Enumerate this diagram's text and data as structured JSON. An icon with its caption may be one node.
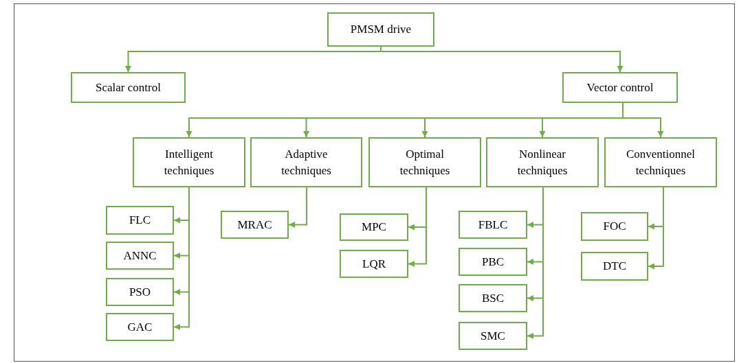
{
  "diagram": {
    "nodes": [
      {
        "text": [
          "PMSM drive"
        ]
      },
      {
        "text": [
          "Scalar control"
        ]
      },
      {
        "text": [
          "Vector control"
        ]
      },
      {
        "text": [
          "Intelligent techniques"
        ]
      },
      {
        "text": [
          "Adaptive techniques"
        ]
      },
      {
        "text": [
          "Optimal techniques"
        ]
      },
      {
        "text": [
          "Nonlinear techniques"
        ]
      },
      {
        "text": [
          "Conventionnel techniques"
        ]
      },
      {
        "text": [
          "FLC"
        ]
      },
      {
        "text": [
          "ANNC"
        ]
      },
      {
        "text": [
          "PSO"
        ]
      },
      {
        "text": [
          "GAC"
        ]
      },
      {
        "text": [
          "MRAC"
        ]
      },
      {
        "text": [
          "MPC"
        ]
      },
      {
        "text": [
          "LQR"
        ]
      },
      {
        "text": [
          "FBLC"
        ]
      },
      {
        "text": [
          "PBC"
        ]
      },
      {
        "text": [
          "BSC"
        ]
      },
      {
        "text": [
          "SMC"
        ]
      },
      {
        "text": [
          "FOC"
        ]
      },
      {
        "text": [
          "DTC"
        ]
      }
    ],
    "edges": [
      {
        "from": 0,
        "to": 1,
        "arrow": "to"
      },
      {
        "from": 0,
        "to": 2,
        "arrow": "to"
      },
      {
        "from": 2,
        "to": 3,
        "arrow": "to"
      },
      {
        "from": 2,
        "to": 4,
        "arrow": "to"
      },
      {
        "from": 2,
        "to": 5,
        "arrow": "to"
      },
      {
        "from": 2,
        "to": 6,
        "arrow": "to"
      },
      {
        "from": 2,
        "to": 7,
        "arrow": "to"
      },
      {
        "from": 3,
        "to": 8,
        "arrow": "to"
      },
      {
        "from": 3,
        "to": 9,
        "arrow": "to"
      },
      {
        "from": 3,
        "to": 10,
        "arrow": "to"
      },
      {
        "from": 3,
        "to": 11,
        "arrow": "to"
      },
      {
        "from": 4,
        "to": 12,
        "arrow": "to"
      },
      {
        "from": 5,
        "to": 13,
        "arrow": "to"
      },
      {
        "from": 5,
        "to": 14,
        "arrow": "to"
      },
      {
        "from": 6,
        "to": 15,
        "arrow": "to"
      },
      {
        "from": 6,
        "to": 16,
        "arrow": "to"
      },
      {
        "from": 6,
        "to": 17,
        "arrow": "to"
      },
      {
        "from": 6,
        "to": 18,
        "arrow": "to"
      },
      {
        "from": 7,
        "to": 19,
        "arrow": "to"
      },
      {
        "from": 7,
        "to": 20,
        "arrow": "to"
      }
    ]
  }
}
